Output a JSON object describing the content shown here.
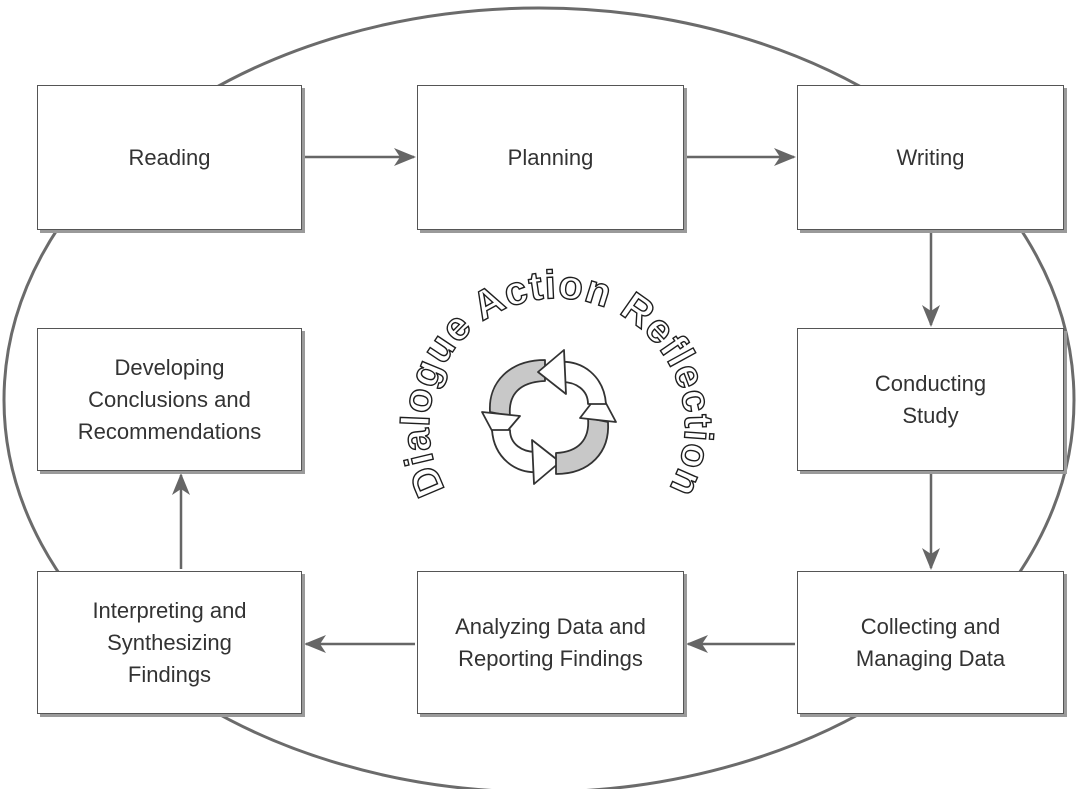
{
  "steps": {
    "reading": "Reading",
    "planning": "Planning",
    "writing": "Writing",
    "conducting": "Conducting\nStudy",
    "collecting": "Collecting and\nManaging Data",
    "analyzing": "Analyzing Data and\nReporting Findings",
    "interpreting": "Interpreting and\nSynthesizing\nFindings",
    "developing": "Developing\nConclusions and\nRecommendations"
  },
  "center_title": "Dialogue Action Reflection",
  "icons": {
    "cycle": "cycle-arrows-icon"
  },
  "colors": {
    "stroke": "#555555",
    "shadow": "#9a9a9a",
    "arrow_fill": "#c8c8c8",
    "text": "#333333"
  }
}
